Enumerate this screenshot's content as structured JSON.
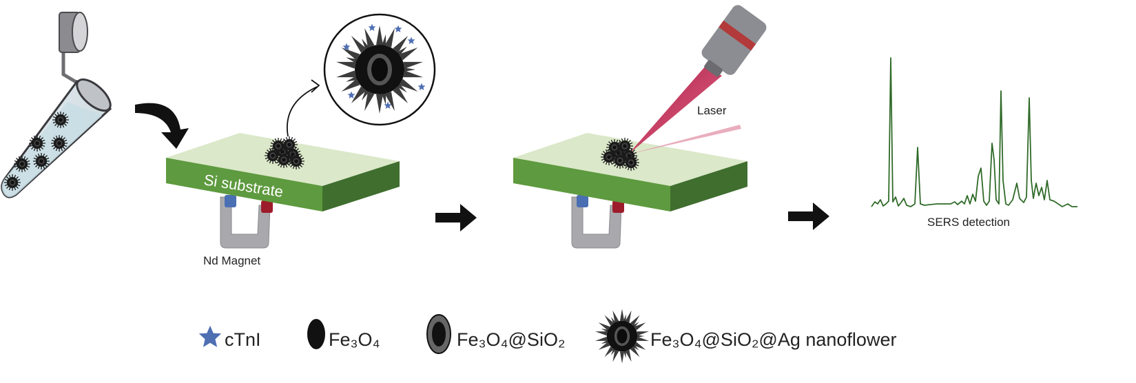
{
  "labels": {
    "substrate": "Si substrate",
    "magnet": "Nd Magnet",
    "laser": "Laser",
    "detection": "SERS detection"
  },
  "legend": {
    "ctni": "cTnI",
    "fe3o4": "Fe₃O₄",
    "fe3o4_sio2": "Fe₃O₄@SiO₂",
    "nanoflower": "Fe₃O₄@SiO₂@Ag nanoflower"
  },
  "colors": {
    "substrate_top": "#dbe8c9",
    "substrate_front": "#5e9a3f",
    "substrate_side": "#3f6e2e",
    "magnet_body": "#a9a9ad",
    "magnet_north": "#4a6fb3",
    "magnet_south": "#9c1c2b",
    "laser_beam": "#b81e46",
    "spectrum_line": "#2f6a28",
    "star": "#4f6fb3",
    "arrow": "#111111"
  },
  "icons": [
    "tube-icon",
    "magnet-icon",
    "laser-icon",
    "nanoflower-icon",
    "star-icon",
    "arrow-icon",
    "spectrum-icon"
  ]
}
